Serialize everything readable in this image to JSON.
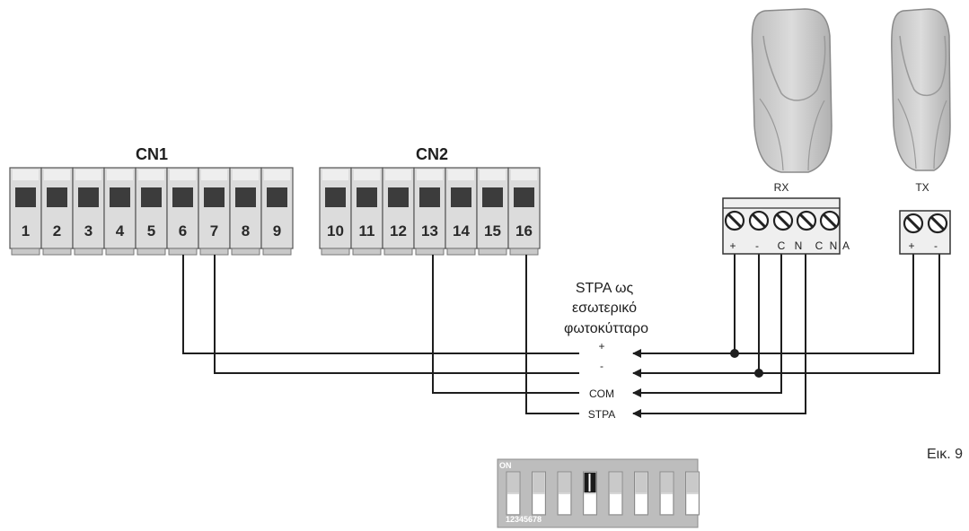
{
  "connectors": {
    "cn1": {
      "title": "CN1",
      "terminals": [
        "1",
        "2",
        "3",
        "4",
        "5",
        "6",
        "7",
        "8",
        "9"
      ]
    },
    "cn2": {
      "title": "CN2",
      "terminals": [
        "10",
        "11",
        "12",
        "13",
        "14",
        "15",
        "16"
      ]
    }
  },
  "devices": {
    "rx": {
      "title": "RX",
      "terminals": [
        "+",
        "-",
        "C",
        "N",
        "C",
        "N",
        "A"
      ]
    },
    "tx": {
      "title": "TX",
      "terminals": [
        "+",
        "-"
      ]
    }
  },
  "wiring_caption": {
    "line1": "STPA ως",
    "line2": "εσωτερικό",
    "line3": "φωτοκύτταρο"
  },
  "wire_labels": [
    "+",
    "-",
    "COM",
    "STPA"
  ],
  "dip_switch": {
    "on_label": "ON",
    "numbers": "12345678",
    "positions": [
      "off",
      "off",
      "off",
      "on",
      "off",
      "off",
      "off",
      "off"
    ]
  },
  "figure_label": "Εικ. 9"
}
